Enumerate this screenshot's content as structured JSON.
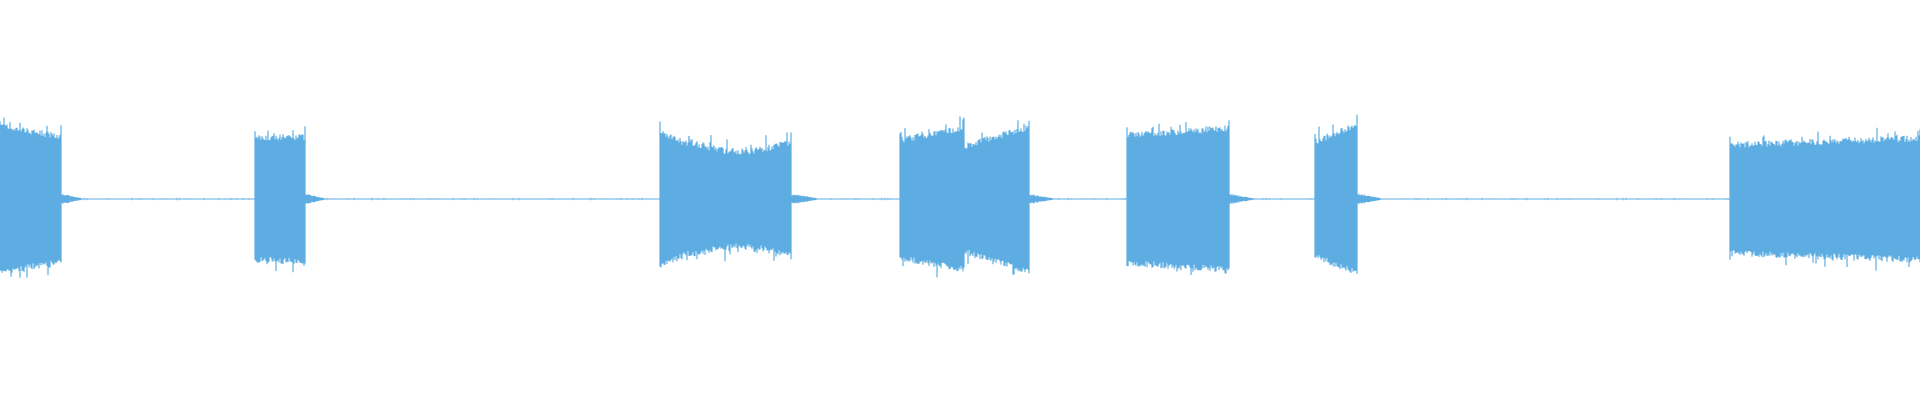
{
  "waveform": {
    "color": "#5dade2",
    "background": "#ffffff",
    "segments": [
      {
        "start": 0.0,
        "end": 0.032,
        "amp_start": 0.85,
        "amp_end": 0.72,
        "shape": "flat"
      },
      {
        "start": 0.133,
        "end": 0.159,
        "amp_start": 0.7,
        "amp_end": 0.72,
        "shape": "flat"
      },
      {
        "start": 0.344,
        "end": 0.359,
        "amp_start": 0.78,
        "amp_end": 0.62,
        "shape": "flat"
      },
      {
        "start": 0.359,
        "end": 0.412,
        "amp_start": 0.66,
        "amp_end": 0.68,
        "shape": "pinch"
      },
      {
        "start": 0.469,
        "end": 0.502,
        "amp_start": 0.68,
        "amp_end": 0.82,
        "shape": "rise"
      },
      {
        "start": 0.502,
        "end": 0.536,
        "amp_start": 0.6,
        "amp_end": 0.84,
        "shape": "rise"
      },
      {
        "start": 0.587,
        "end": 0.64,
        "amp_start": 0.74,
        "amp_end": 0.82,
        "shape": "flat"
      },
      {
        "start": 0.685,
        "end": 0.707,
        "amp_start": 0.66,
        "amp_end": 0.86,
        "shape": "rise"
      },
      {
        "start": 0.901,
        "end": 1.0,
        "amp_start": 0.62,
        "amp_end": 0.7,
        "shape": "flat"
      }
    ],
    "tails": [
      {
        "start": 0.032,
        "end": 0.042,
        "amp": 0.05
      },
      {
        "start": 0.159,
        "end": 0.168,
        "amp": 0.05
      },
      {
        "start": 0.412,
        "end": 0.425,
        "amp": 0.05
      },
      {
        "start": 0.536,
        "end": 0.548,
        "amp": 0.05
      },
      {
        "start": 0.64,
        "end": 0.652,
        "amp": 0.05
      },
      {
        "start": 0.707,
        "end": 0.719,
        "amp": 0.05
      }
    ],
    "baseline_noise": 0.012
  }
}
